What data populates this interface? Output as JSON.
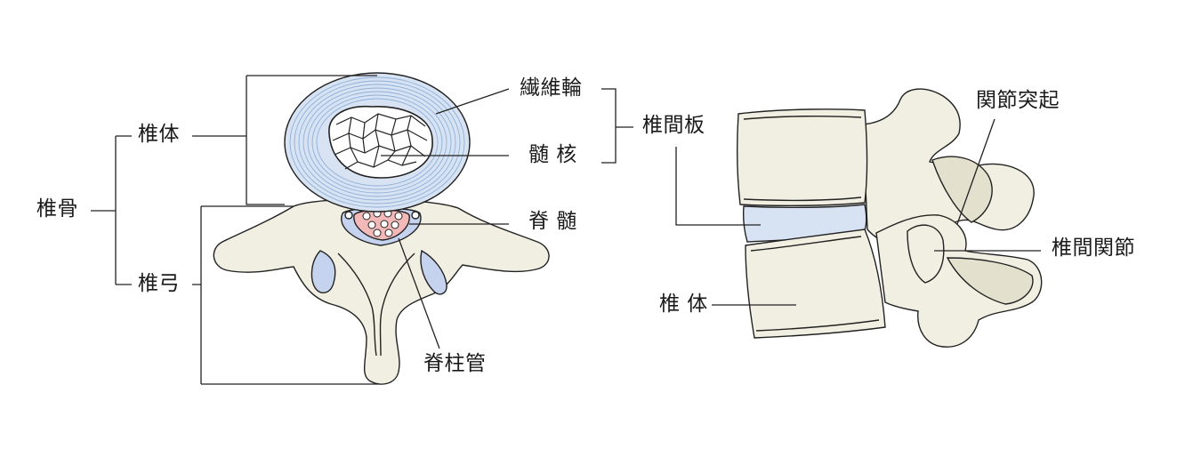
{
  "labels": {
    "vertebra": "椎骨",
    "vertebral_body_top": "椎体",
    "vertebral_arch": "椎弓",
    "annulus_fibrosus": "繊維輪",
    "nucleus_pulposus": "髄 核",
    "intervertebral_disc": "椎間板",
    "spinal_cord": "脊 髄",
    "spinal_canal": "脊柱管",
    "articular_process": "関節突起",
    "facet_joint": "椎間関節",
    "vertebral_body_side": "椎 体"
  },
  "colors": {
    "bone": "#f1efe2",
    "bone_shade": "#e3e0cd",
    "disc_ring": "#d7e3f3",
    "disc_line": "#8fb0d8",
    "spinal_cord": "#f2b9b8",
    "canal": "#c6d3ee",
    "outline": "#222222"
  }
}
